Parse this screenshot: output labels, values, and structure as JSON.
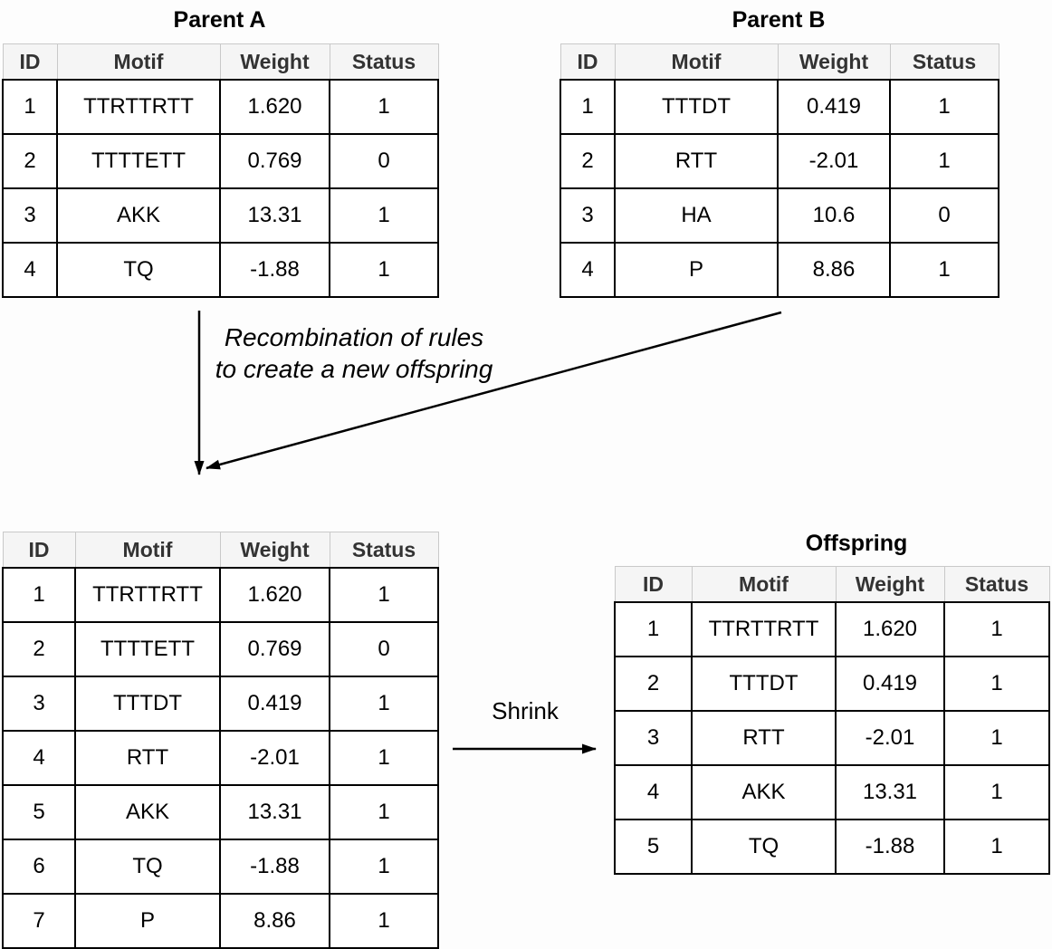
{
  "colors": {
    "green": "#d5e8d4",
    "red": "#f8cecc",
    "header_bg": "#f5f5f5",
    "header_border": "#c9c9c9",
    "header_text": "#333333",
    "border": "#000000",
    "background": "#fdfdfd"
  },
  "headers": [
    "ID",
    "Motif",
    "Weight",
    "Status"
  ],
  "titles": {
    "parent_a": "Parent A",
    "parent_b": "Parent B",
    "offspring": "Offspring"
  },
  "annotations": {
    "recombination_line1": "Recombination of rules",
    "recombination_line2": "to create a new offspring",
    "shrink": "Shrink"
  },
  "tables": {
    "parent_a": {
      "rows": [
        {
          "id": "1",
          "motif": "TTRTTRTT",
          "weight": "1.620",
          "status": "1",
          "color": "green"
        },
        {
          "id": "2",
          "motif": "TTTTETT",
          "weight": "0.769",
          "status": "0",
          "color": "green"
        },
        {
          "id": "3",
          "motif": "AKK",
          "weight": "13.31",
          "status": "1",
          "color": "green"
        },
        {
          "id": "4",
          "motif": "TQ",
          "weight": "-1.88",
          "status": "1",
          "color": "green"
        }
      ]
    },
    "parent_b": {
      "rows": [
        {
          "id": "1",
          "motif": "TTTDT",
          "weight": "0.419",
          "status": "1",
          "color": "red"
        },
        {
          "id": "2",
          "motif": "RTT",
          "weight": "-2.01",
          "status": "1",
          "color": "red"
        },
        {
          "id": "3",
          "motif": "HA",
          "weight": "10.6",
          "status": "0",
          "color": "white"
        },
        {
          "id": "4",
          "motif": "P",
          "weight": "8.86",
          "status": "1",
          "color": "red"
        }
      ]
    },
    "intermediate": {
      "rows": [
        {
          "id": "1",
          "motif": "TTRTTRTT",
          "weight": "1.620",
          "status": "1",
          "color": "green"
        },
        {
          "id": "2",
          "motif": "TTTTETT",
          "weight": "0.769",
          "status": "0",
          "color": "green"
        },
        {
          "id": "3",
          "motif": "TTTDT",
          "weight": "0.419",
          "status": "1",
          "color": "red"
        },
        {
          "id": "4",
          "motif": "RTT",
          "weight": "-2.01",
          "status": "1",
          "color": "red"
        },
        {
          "id": "5",
          "motif": "AKK",
          "weight": "13.31",
          "status": "1",
          "color": "green"
        },
        {
          "id": "6",
          "motif": "TQ",
          "weight": "-1.88",
          "status": "1",
          "color": "green"
        },
        {
          "id": "7",
          "motif": "P",
          "weight": "8.86",
          "status": "1",
          "color": "red"
        }
      ]
    },
    "offspring": {
      "rows": [
        {
          "id": "1",
          "motif": "TTRTTRTT",
          "weight": "1.620",
          "status": "1",
          "color": "green"
        },
        {
          "id": "2",
          "motif": "TTTDT",
          "weight": "0.419",
          "status": "1",
          "color": "red"
        },
        {
          "id": "3",
          "motif": "RTT",
          "weight": "-2.01",
          "status": "1",
          "color": "red"
        },
        {
          "id": "4",
          "motif": "AKK",
          "weight": "13.31",
          "status": "1",
          "color": "green"
        },
        {
          "id": "5",
          "motif": "TQ",
          "weight": "-1.88",
          "status": "1",
          "color": "green"
        }
      ]
    }
  }
}
